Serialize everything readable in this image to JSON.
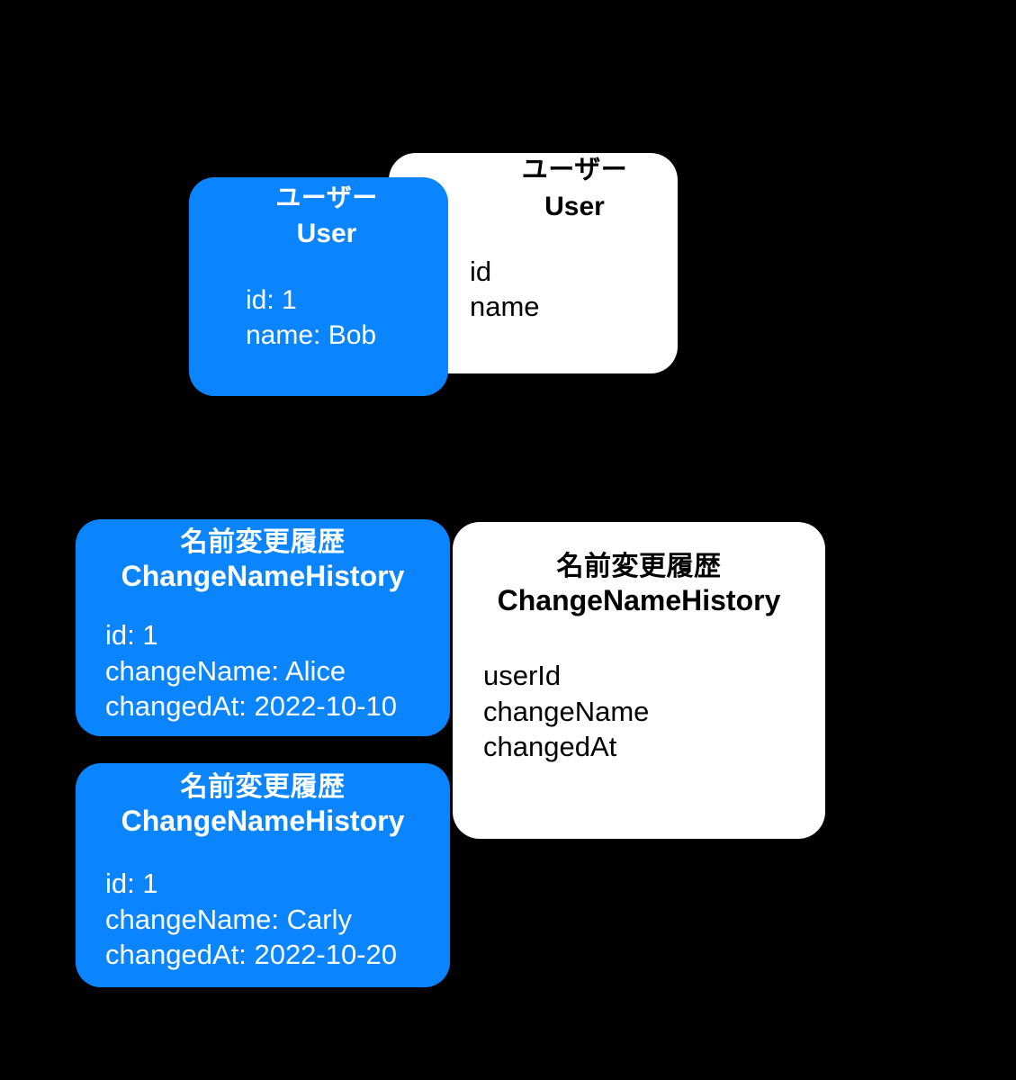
{
  "diagram": {
    "background_color": "#000000",
    "accent_color": "#0a84ff",
    "surface_color": "#ffffff"
  },
  "cards": {
    "user_instance": {
      "kind": "instance",
      "title_ja": "ユーザー",
      "title_en": "User",
      "fields": [
        "id: 1",
        "name: Bob"
      ]
    },
    "user_schema": {
      "kind": "schema",
      "title_ja": "ユーザー",
      "title_en": "User",
      "fields": [
        "id",
        "name"
      ]
    },
    "history_alice": {
      "kind": "instance",
      "title_ja": "名前変更履歴",
      "title_en": "ChangeNameHistory",
      "fields": [
        "id: 1",
        "changeName: Alice",
        "changedAt: 2022-10-10"
      ]
    },
    "history_schema": {
      "kind": "schema",
      "title_ja": "名前変更履歴",
      "title_en": "ChangeNameHistory",
      "fields": [
        "userId",
        "changeName",
        "changedAt"
      ]
    },
    "history_carly": {
      "kind": "instance",
      "title_ja": "名前変更履歴",
      "title_en": "ChangeNameHistory",
      "fields": [
        "id: 1",
        "changeName: Carly",
        "changedAt: 2022-10-20"
      ]
    }
  }
}
